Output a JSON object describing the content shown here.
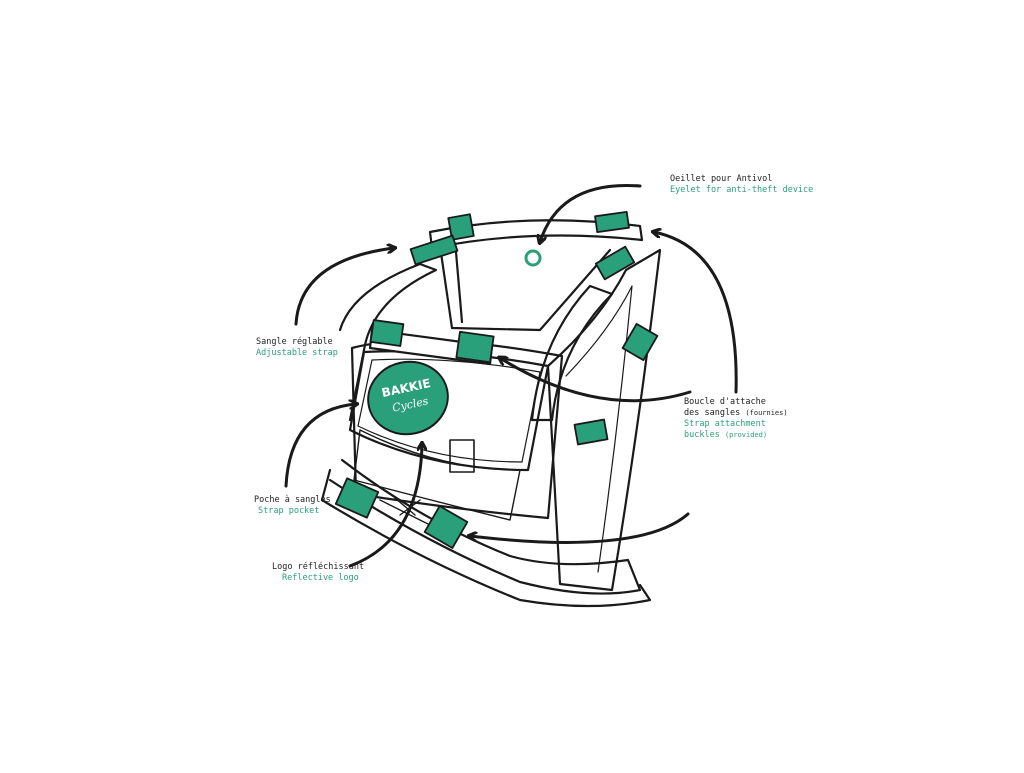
{
  "colors": {
    "accent": "#2aa07a",
    "accent_dark": "#1f7d5f",
    "ink": "#1a1a1a",
    "fill": "#ffffff"
  },
  "logo": {
    "line1": "BAKKIE",
    "line2": "Cycles"
  },
  "callouts": [
    {
      "id": "eyelet",
      "fr": "Oeillet pour Antivol",
      "en": "Eyelet for anti-theft device"
    },
    {
      "id": "strap",
      "fr": "Sangle réglable",
      "en": "Adjustable strap"
    },
    {
      "id": "buckle",
      "fr": "Boucle d'attache",
      "fr2": "des sangles",
      "fr2_note": "(fournies)",
      "en": "Strap attachment",
      "en2": "buckles",
      "en2_note": "(provided)"
    },
    {
      "id": "pocket",
      "fr": "Poche à sangles",
      "en": "Strap pocket"
    },
    {
      "id": "logo",
      "fr": "Logo réfléchissant",
      "en": "Reflective logo"
    }
  ]
}
